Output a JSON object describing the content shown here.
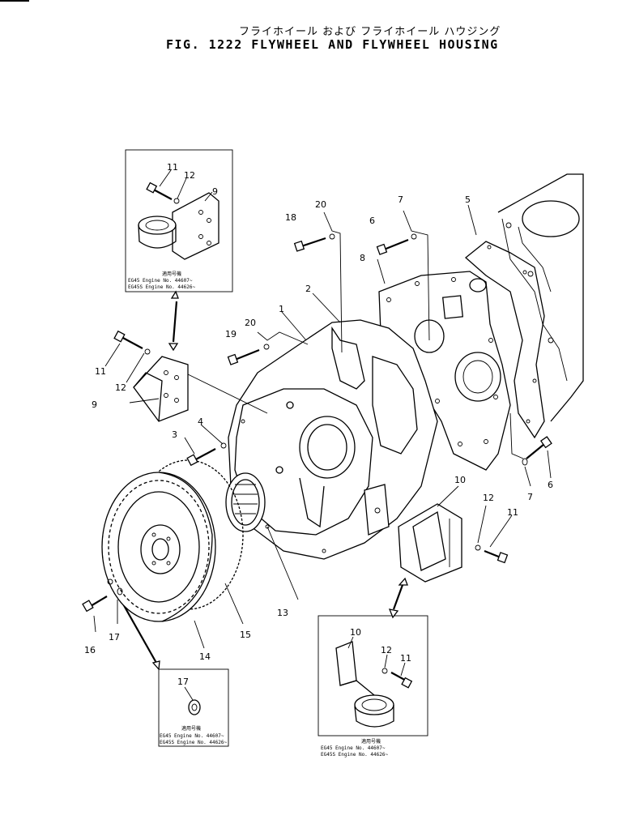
{
  "header": {
    "title_jp": "フライホイール および フライホイール ハウジング",
    "title_en": "FIG. 1222  FLYWHEEL AND FLYWHEEL HOUSING"
  },
  "callouts": {
    "c1": "1",
    "c2": "2",
    "c3": "3",
    "c4": "4",
    "c5": "5",
    "c6": "6",
    "c7": "7",
    "c8": "8",
    "c9": "9",
    "c10": "10",
    "c11": "11",
    "c12": "12",
    "c13": "13",
    "c14": "14",
    "c15": "15",
    "c16": "16",
    "c17": "17",
    "c18": "18",
    "c20": "20"
  },
  "insets": {
    "top_left": {
      "labels": [
        "11",
        "12",
        "9"
      ],
      "note_heading": "適用号機",
      "note_line1": "EG45  Engine  No. 44607~",
      "note_line2": "EG45S Engine  No. 44626~"
    },
    "bottom_center": {
      "labels": [
        "17"
      ],
      "note_heading": "適用号機",
      "note_line1": "EG45  Engine  No. 44607~",
      "note_line2": "EG45S Engine  No. 44626~"
    },
    "bottom_right": {
      "labels": [
        "10",
        "12",
        "11"
      ],
      "note_heading": "適用号機",
      "note_line1": "EG45  Engine  No. 44607~",
      "note_line2": "EG45S Engine  No. 44626~"
    }
  }
}
